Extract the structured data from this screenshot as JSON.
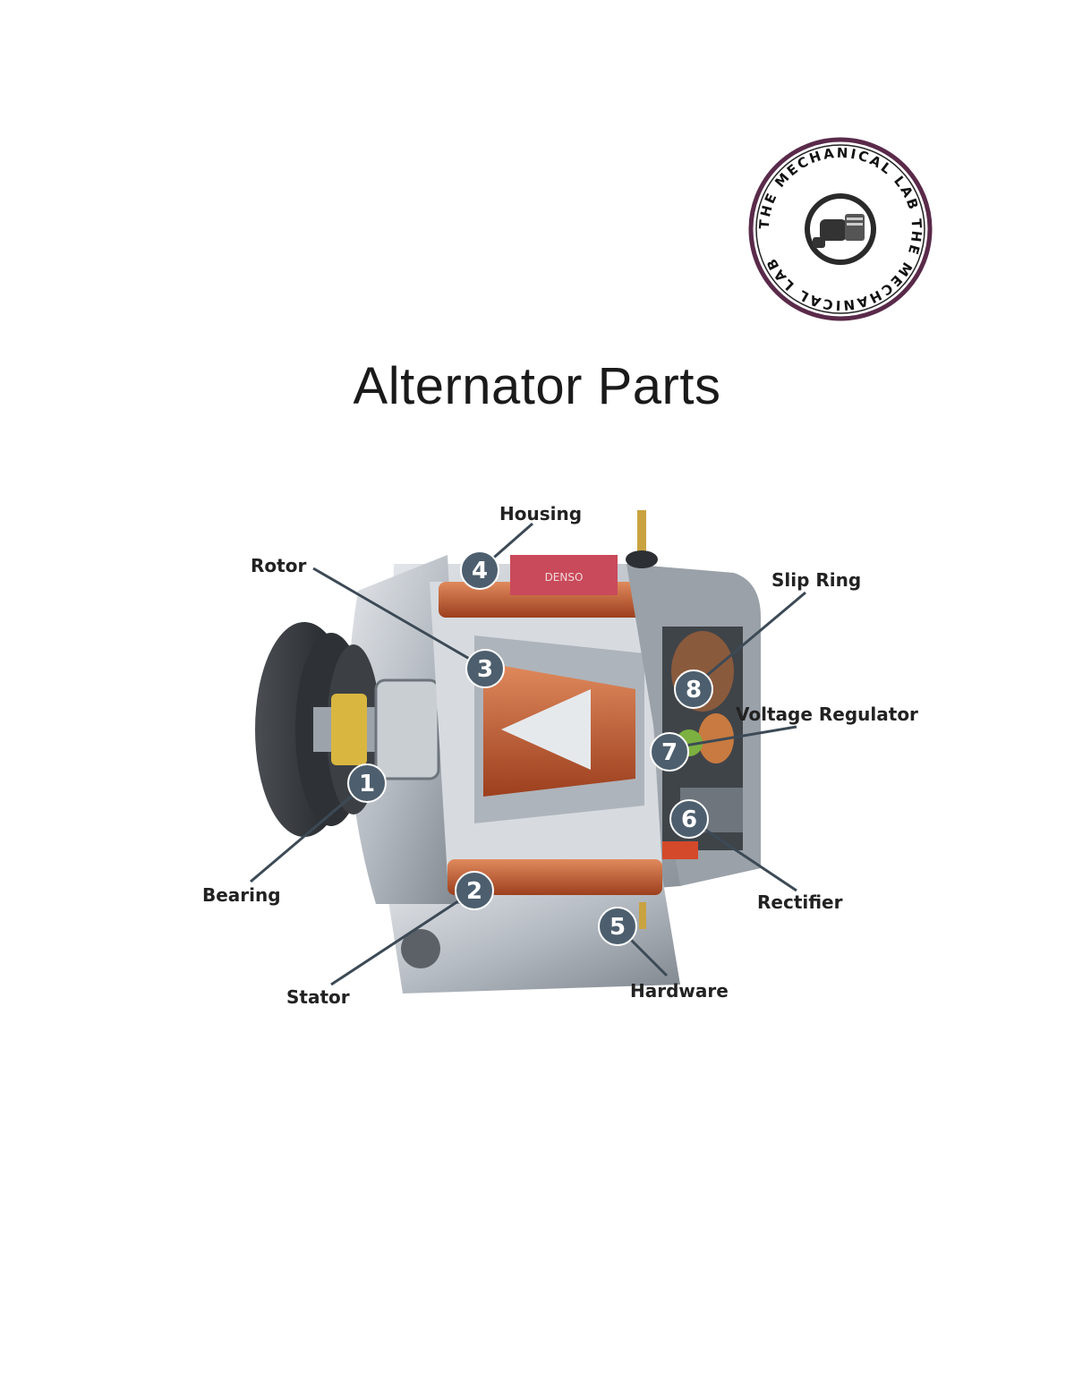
{
  "logo": {
    "text": "THE MECHANICAL LAB THE MECHANICAL LAB"
  },
  "page": {
    "title": "Alternator Parts"
  },
  "diagram": {
    "brand_plate": "DENSO",
    "parts": [
      {
        "number": "1",
        "label": "Bearing"
      },
      {
        "number": "2",
        "label": "Stator"
      },
      {
        "number": "3",
        "label": "Rotor"
      },
      {
        "number": "4",
        "label": "Housing"
      },
      {
        "number": "5",
        "label": "Hardware"
      },
      {
        "number": "6",
        "label": "Rectifier"
      },
      {
        "number": "7",
        "label": "Voltage Regulator"
      },
      {
        "number": "8",
        "label": "Slip Ring"
      }
    ]
  },
  "colors": {
    "logo_ring": "#5a2a4a",
    "callout_badge": "#4d5f6e",
    "copper": "#c8653d",
    "housing": "#b9bec4"
  }
}
